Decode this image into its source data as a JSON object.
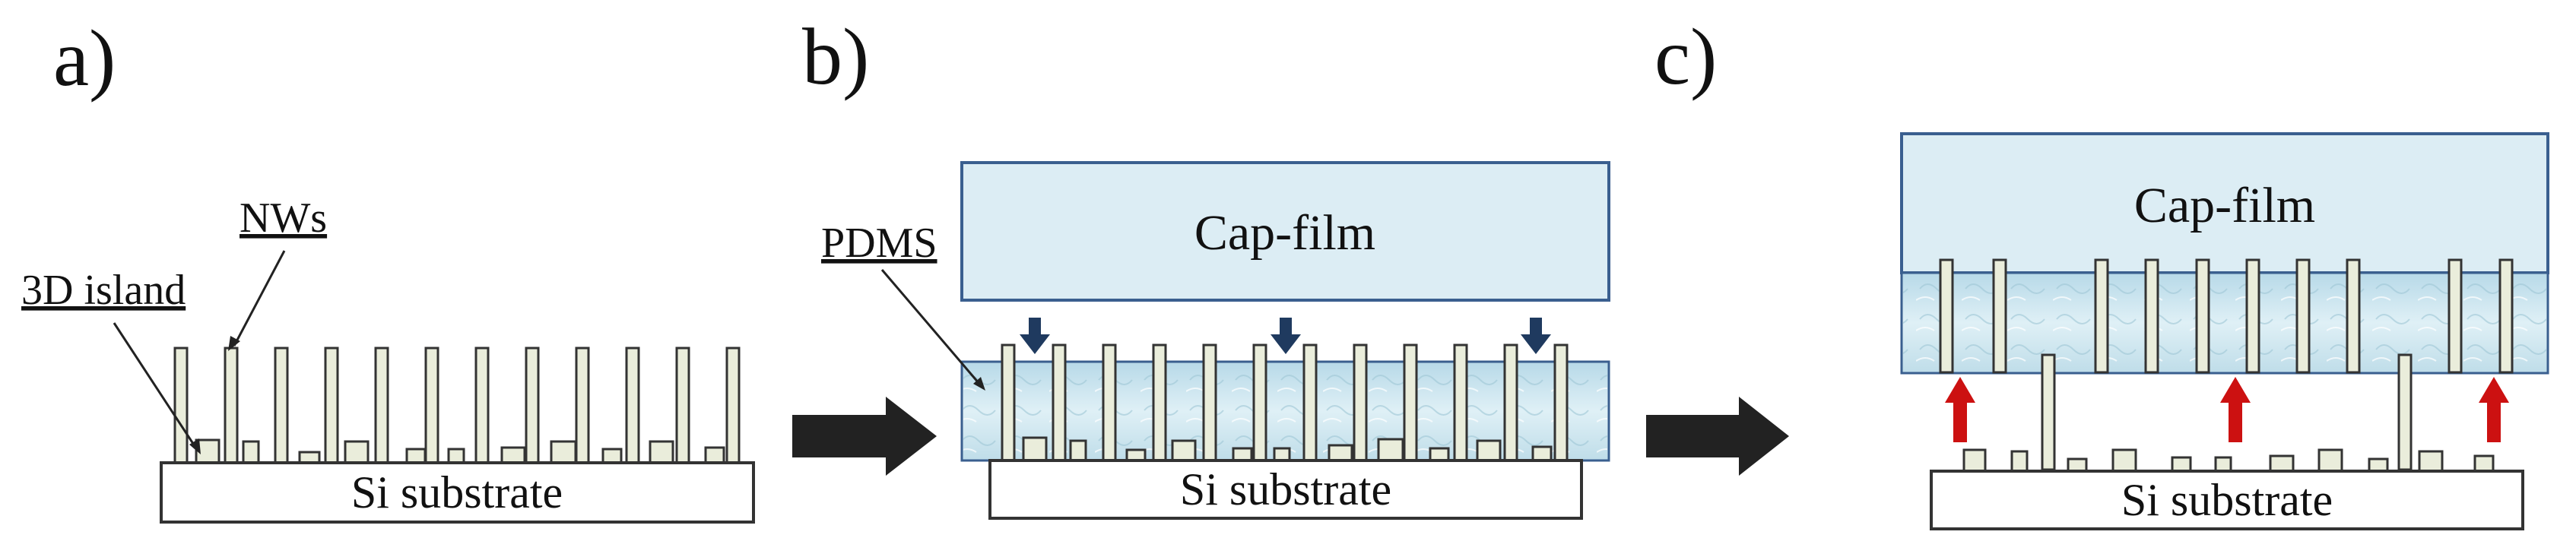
{
  "panels": {
    "a": {
      "label": "a)",
      "substrate_label": "Si substrate",
      "nws_label": "NWs",
      "island_label": "3D island"
    },
    "b": {
      "label": "b)",
      "substrate_label": "Si substrate",
      "capfilm_label": "Cap-film",
      "pdms_label": "PDMS"
    },
    "c": {
      "label": "c)",
      "substrate_label": "Si substrate",
      "capfilm_label": "Cap-film"
    }
  },
  "colors": {
    "capfilm_fill": "#dcedf4",
    "capfilm_stroke": "#3a5f8f",
    "pdms_fill": "#c8e2ee",
    "nw_fill": "#eaeddb",
    "substrate_fill": "#ffffff",
    "outline": "#333333",
    "press_arrow": "#1f3a5f",
    "lift_arrow": "#cc1111",
    "process_arrow": "#222222"
  },
  "icons": {
    "process_arrow": "right-arrow-icon",
    "press_arrow": "down-arrow-icon",
    "lift_arrow": "up-arrow-icon"
  }
}
